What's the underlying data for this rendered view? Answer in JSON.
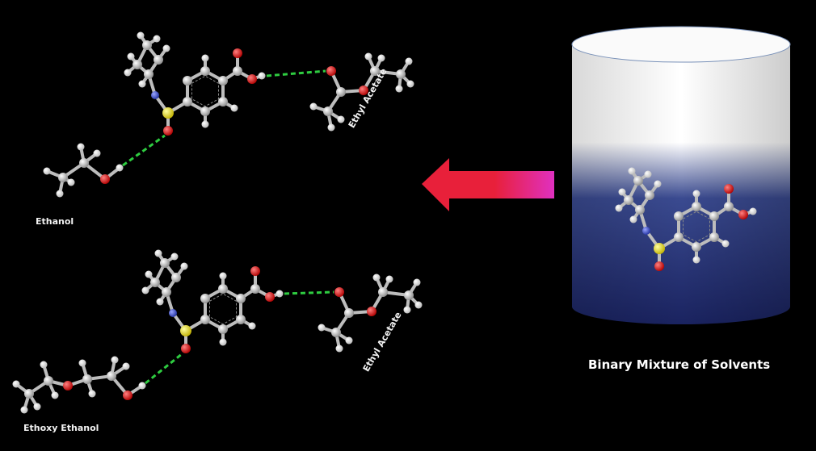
{
  "labels": {
    "top_ester": "Ethyl Acetate",
    "top_alcohol": "Ethanol",
    "bottom_ester": "Ethyl Acetate",
    "bottom_alcohol": "Ethoxy  Ethanol",
    "caption": "Binary Mixture of Solvents"
  },
  "colors": {
    "background": "#000000",
    "carbon": "#c8c8c8",
    "hydrogen": "#f0f0f0",
    "oxygen": "#e01818",
    "nitrogen": "#3a4fd0",
    "sulfur": "#f0e020",
    "hbond": "#2ecc40",
    "arrow_red": "#e8203a",
    "arrow_magenta": "#e030c0",
    "beaker_liquid": "#1e2a66"
  },
  "icons": [
    "molecule-icon",
    "arrow-left-icon",
    "beaker-icon"
  ]
}
